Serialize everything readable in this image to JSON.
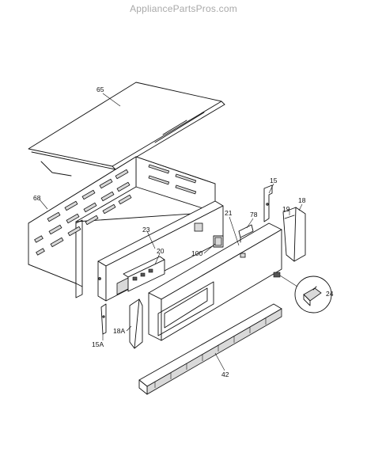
{
  "watermark": "AppliancePartsPros.com",
  "callouts": {
    "p65": "65",
    "p68": "68",
    "p23": "23",
    "p20": "20",
    "p100": "100",
    "p21": "21",
    "p78": "78",
    "p15": "15",
    "p19": "19",
    "p18": "18",
    "p24": "24",
    "p18a": "18A",
    "p15a": "15A",
    "p42": "42"
  }
}
